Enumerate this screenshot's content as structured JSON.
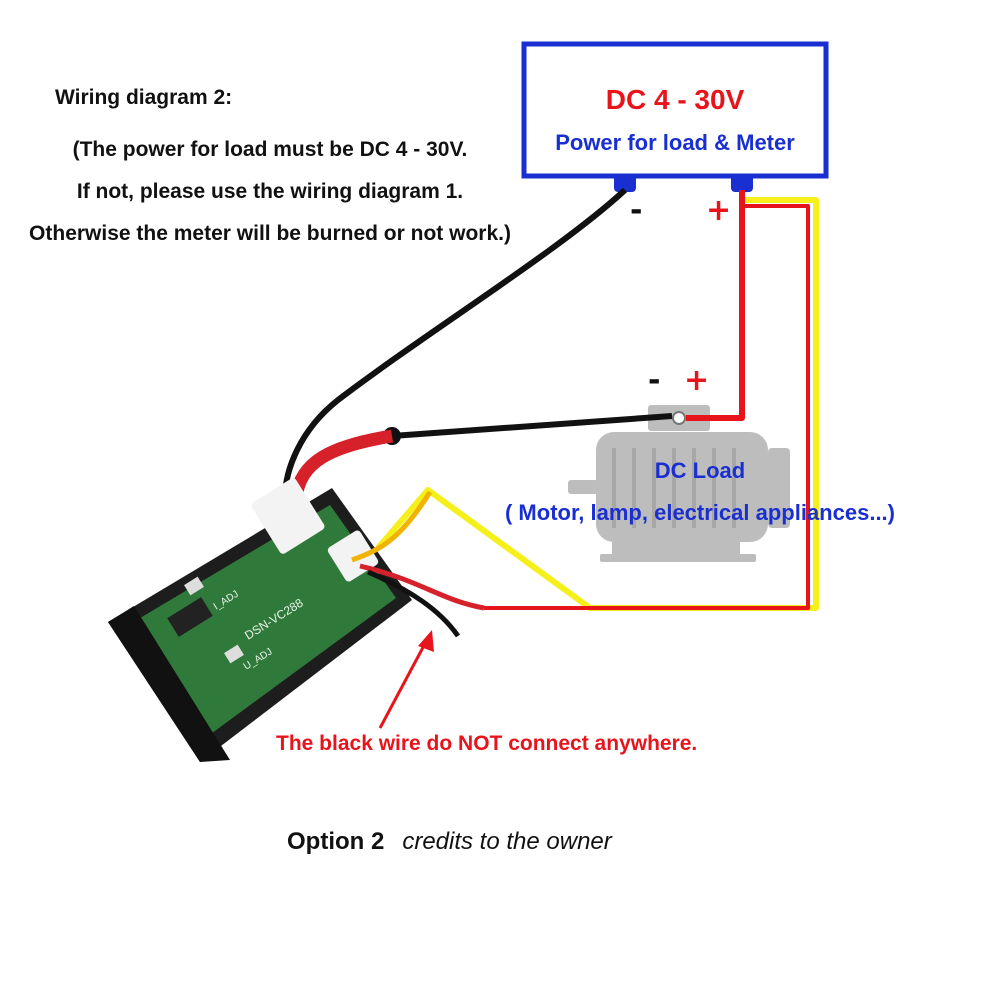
{
  "note": {
    "title": "Wiring diagram 2:",
    "lines": [
      "(The power for load must be DC 4 - 30V.",
      "If not, please use the wiring diagram 1.",
      "Otherwise the meter will be burned or not work.)"
    ]
  },
  "power_supply": {
    "title": "DC 4 - 30V",
    "subtitle": "Power for load & Meter",
    "negative": "-",
    "positive": "+"
  },
  "load": {
    "title": "DC Load",
    "subtitle": "( Motor, lamp, electrical appliances...)",
    "negative": "-",
    "positive": "+"
  },
  "meter": {
    "board_label": "DSN-VC288",
    "i_adj": "I_ADJ",
    "u_adj": "U_ADJ"
  },
  "warning": "The black wire do NOT connect anywhere.",
  "caption": {
    "bold": "Option 2",
    "italic": "credits to the owner"
  },
  "colors": {
    "border_blue": "#1a2fd1",
    "red": "#e8141b",
    "yellow": "#f5ef1a",
    "black": "#111111",
    "pcb_green": "#2f7a3a",
    "motor_gray": "#bdbdbd"
  }
}
